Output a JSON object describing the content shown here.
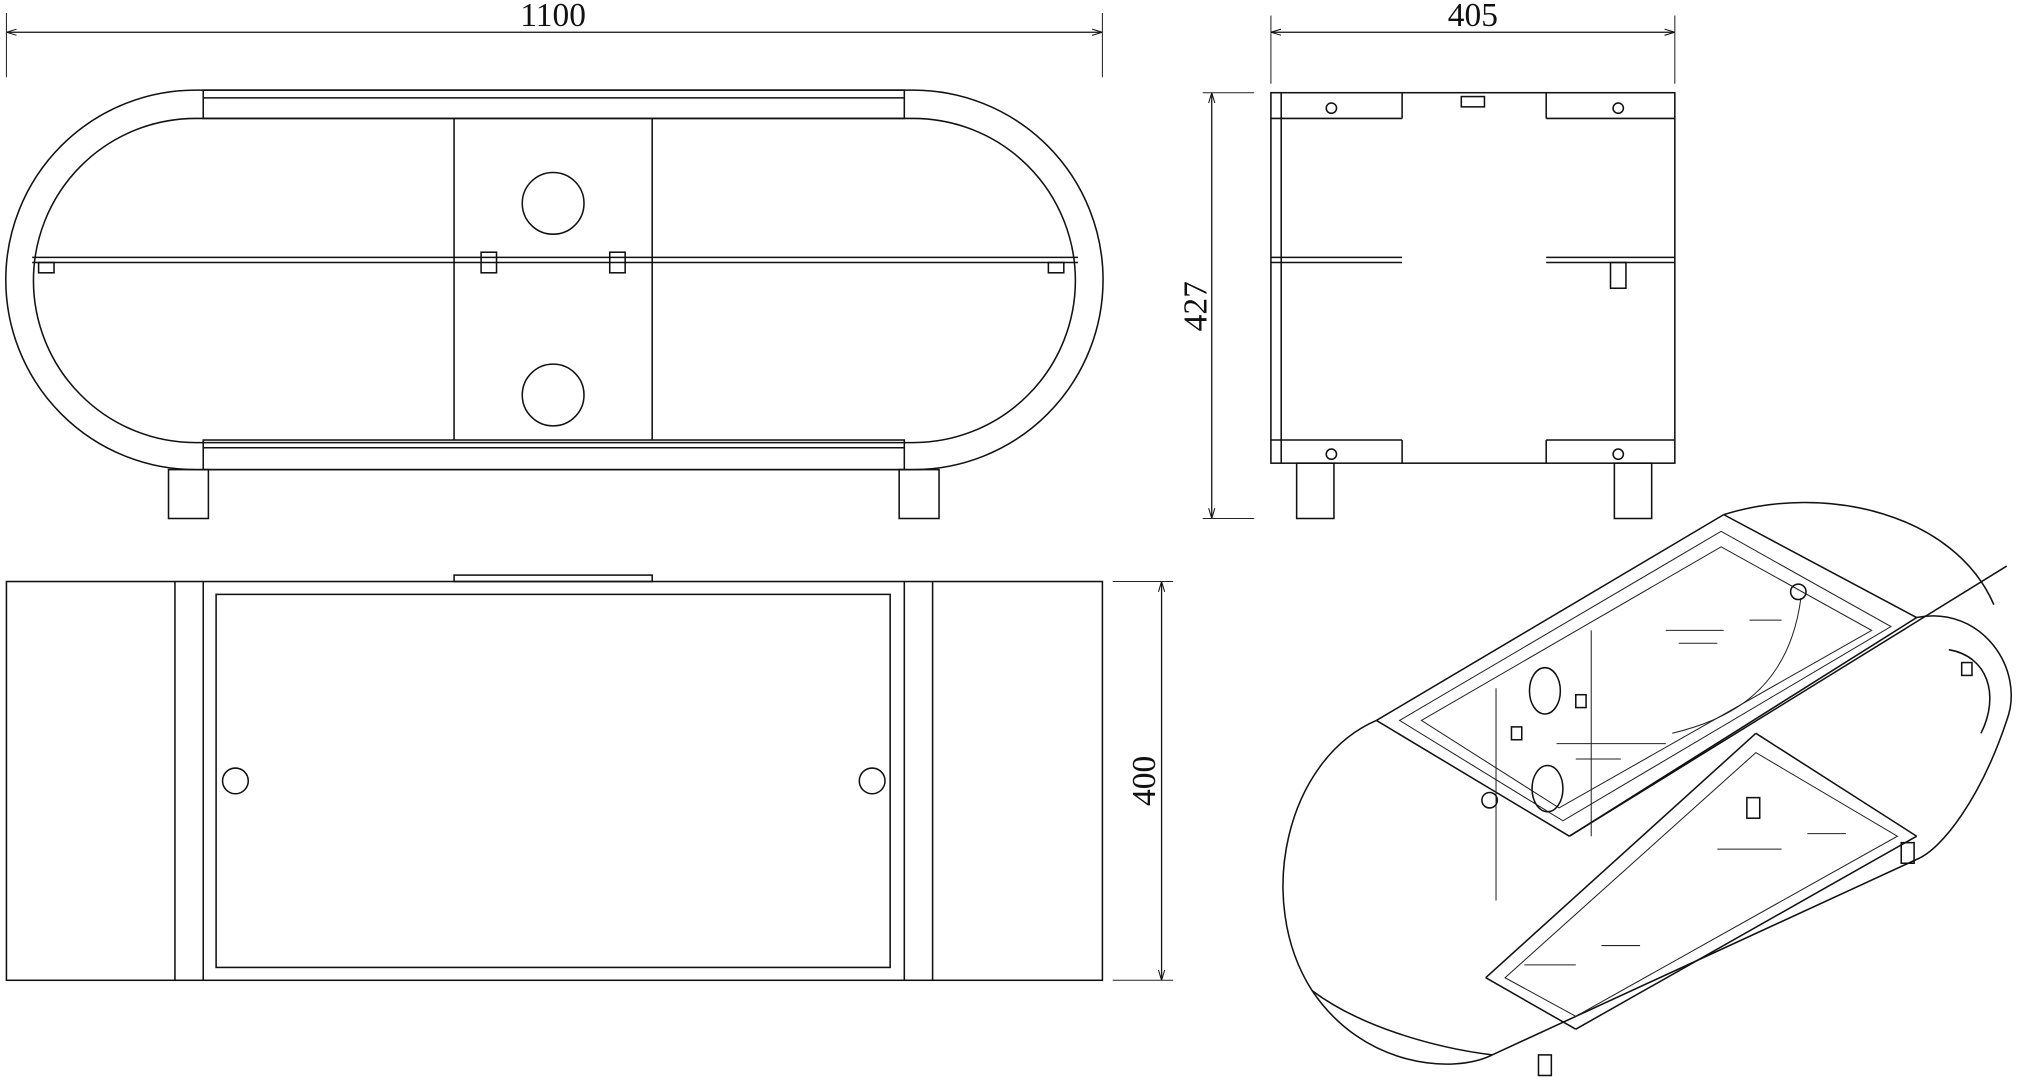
{
  "dimensions": {
    "width": "1100",
    "depth_side": "405",
    "height": "427",
    "depth_top": "400"
  },
  "colors": {
    "line": "#111111",
    "background": "#ffffff"
  }
}
